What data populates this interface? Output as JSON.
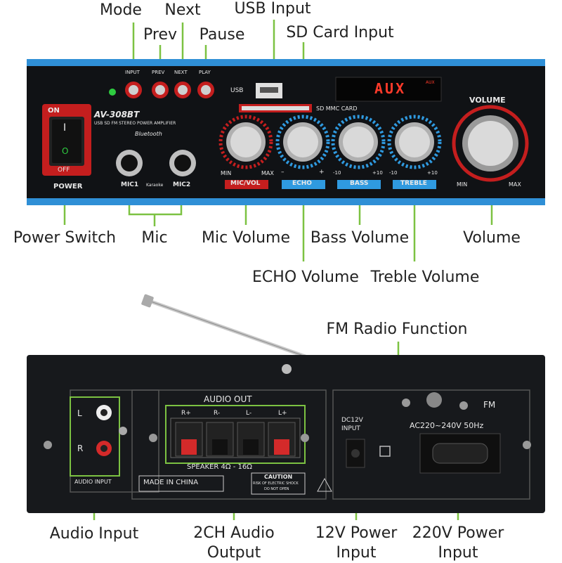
{
  "callouts": {
    "mode": "Mode",
    "next": "Next",
    "usb_input": "USB Input",
    "prev": "Prev",
    "pause": "Pause",
    "sd_card_input": "SD Card Input",
    "power_switch": "Power Switch",
    "mic": "Mic",
    "mic_volume": "Mic Volume",
    "bass_volume": "Bass Volume",
    "volume": "Volume",
    "echo_volume": "ECHO Volume",
    "treble_volume": "Treble Volume",
    "fm_radio_function": "FM Radio Function",
    "audio_input": "Audio Input",
    "ch2_audio_output": "2CH Audio\nOutput",
    "v12_power_input": "12V Power\nInput",
    "v220_power_input": "220V Power\nInput"
  },
  "front_panel": {
    "model": "AV-308BT",
    "subtitle": "USB SD FM STEREO POWER AMPLIFIER",
    "bluetooth": "Bluetooth",
    "on": "ON",
    "off": "OFF",
    "power": "POWER",
    "switch_i": "I",
    "switch_o": "O",
    "btn_input": "INPUT",
    "btn_prev": "PREV",
    "btn_next": "NEXT",
    "btn_play": "PLAY",
    "usb": "USB",
    "sd_mmc_card": "SD MMC CARD",
    "display": "AUX",
    "display_tag": "AUX",
    "mic1": "MIC1",
    "karaoke": "Karaoke",
    "mic2": "MIC2",
    "min": "MIN",
    "max": "MAX",
    "mic_vol": "MIC/VOL",
    "echo": "ECHO",
    "bass": "BASS",
    "treble": "TREBLE",
    "minus": "–",
    "plus": "+",
    "m10": "-10",
    "p10": "+10",
    "volume": "VOLUME"
  },
  "back_panel": {
    "audio_out": "AUDIO OUT",
    "r_plus": "R+",
    "r_minus": "R-",
    "l_minus": "L-",
    "l_plus": "L+",
    "speaker": "SPEAKER  4Ω - 16Ω",
    "made_in_china": "MADE IN CHINA",
    "caution": "CAUTION",
    "caution_sub1": "RISK OF ELECTRIC SHOCK",
    "caution_sub2": "DO NOT OPEN",
    "l": "L",
    "r": "R",
    "audio_input": "AUDIO INPUT",
    "dc12v": "DC12V",
    "input": "INPUT",
    "ac": "AC220~240V 50Hz",
    "fm": "FM"
  },
  "colors": {
    "leader": "#7cc242",
    "panel_blue": "#2f8fd6",
    "red": "#d42a2a",
    "green_led": "#2ecc40"
  }
}
